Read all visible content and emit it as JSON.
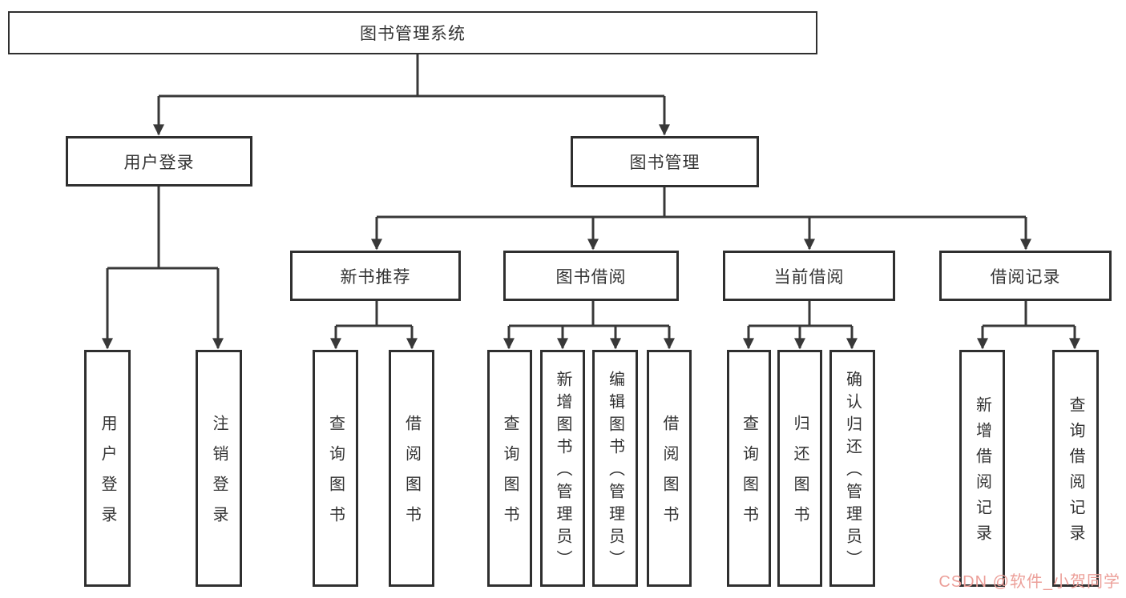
{
  "diagram": {
    "root": {
      "label": "图书管理系统"
    },
    "branches": {
      "user_login": {
        "label": "用户登录",
        "children": [
          {
            "label": "用户登录"
          },
          {
            "label": "注销登录"
          }
        ]
      },
      "book_management": {
        "label": "图书管理",
        "children": [
          {
            "label": "新书推荐",
            "children": [
              {
                "label": "查询图书"
              },
              {
                "label": "借阅图书"
              }
            ]
          },
          {
            "label": "图书借阅",
            "children": [
              {
                "label": "查询图书"
              },
              {
                "label": "新增图书（管理员）"
              },
              {
                "label": "编辑图书（管理员）"
              },
              {
                "label": "借阅图书"
              }
            ]
          },
          {
            "label": "当前借阅",
            "children": [
              {
                "label": "查询图书"
              },
              {
                "label": "归还图书"
              },
              {
                "label": "确认归还（管理员）"
              }
            ]
          },
          {
            "label": "借阅记录",
            "children": [
              {
                "label": "新增借阅记录"
              },
              {
                "label": "查询借阅记录"
              }
            ]
          }
        ]
      }
    },
    "watermark": "CSDN @软件_小贺同学",
    "colors": {
      "line": "#383838",
      "box_border": "#2f2f2f",
      "text": "#333333",
      "watermark": "#ec9f99",
      "background": "#ffffff"
    }
  }
}
